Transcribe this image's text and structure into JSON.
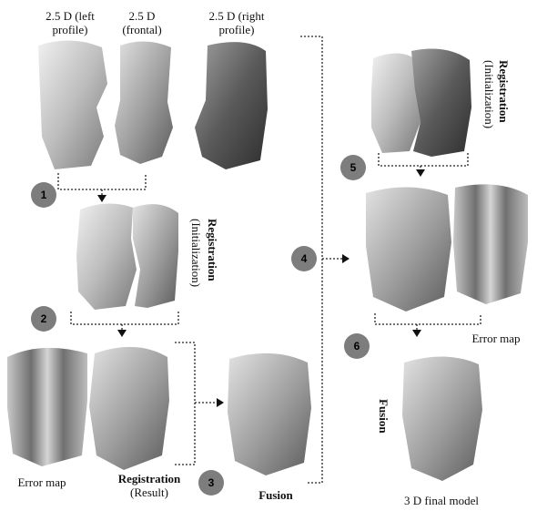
{
  "labels": {
    "left_profile_1": "2.5 D (left",
    "left_profile_2": "profile)",
    "frontal_1": "2.5 D",
    "frontal_2": "(frontal)",
    "right_profile_1": "2.5 D (right",
    "right_profile_2": "profile)",
    "registration_init_a": "Registration",
    "registration_init_a2": "(Initialization)",
    "registration_init_b": "Registration",
    "registration_init_b2": "(Initialization)",
    "error_map_left": "Error map",
    "registration_result": "Registration",
    "registration_result_sub": "(Result)",
    "fusion_center": "Fusion",
    "error_map_right": "Error map",
    "fusion_right": "Fusion",
    "final_model": "3 D final model"
  },
  "steps": [
    "1",
    "2",
    "3",
    "4",
    "5",
    "6"
  ],
  "colors": {
    "step_circle": "#7d7d7d",
    "face_light": "#d8d8d8",
    "face_dark": "#5a5a5a"
  }
}
